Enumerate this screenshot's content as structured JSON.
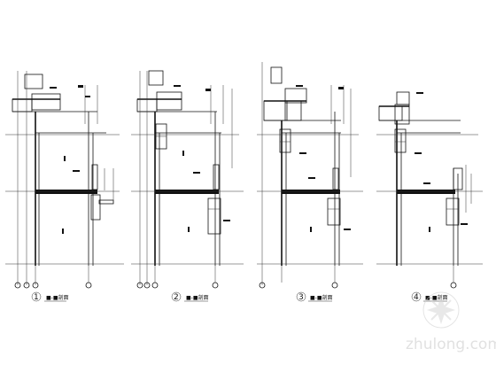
{
  "sections": [
    {
      "number": "1",
      "label": "■-■剖面"
    },
    {
      "number": "2",
      "label": "■-■剖面"
    },
    {
      "number": "3",
      "label": "■-■剖面"
    },
    {
      "number": "4",
      "label": "■-■剖面"
    }
  ],
  "watermark": {
    "text": "zhulong.com"
  }
}
